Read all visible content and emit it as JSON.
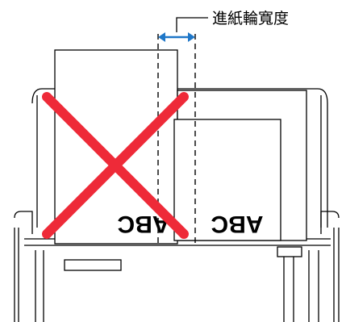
{
  "callout": {
    "label": "進紙輪寬度"
  },
  "sheets": {
    "large_sheet_text": "ABC",
    "small_sheet_text": "ABC"
  },
  "colors": {
    "cross": "#ee2a38",
    "arrow": "#1f77c8",
    "line": "#000000",
    "background": "#ffffff"
  },
  "icons": {
    "cross": "red-x-cross-icon",
    "arrow": "double-headed-arrow-icon"
  }
}
